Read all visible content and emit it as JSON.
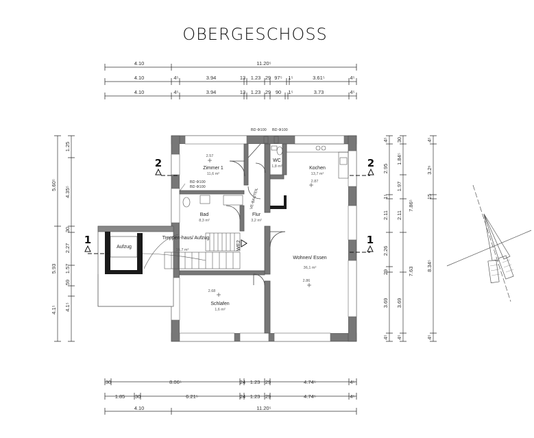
{
  "title": "OBERGESCHOSS",
  "top_dims": {
    "row1": [
      "4.10",
      "11.20⁵"
    ],
    "row2": [
      "4.10",
      "4⁵",
      "3.94",
      "13",
      "1.23",
      "29",
      "97⁵",
      "1⁵",
      "3.61⁵",
      "4⁵"
    ],
    "row3": [
      "4.10",
      "4⁵",
      "3.94",
      "13",
      "1.23",
      "29",
      "90",
      "1⁵",
      "3.73",
      "4⁵"
    ]
  },
  "bottom_dims": {
    "row1": [
      "30",
      "8.06⁵",
      "24",
      "1.23",
      "29",
      "4.74⁵",
      "4⁵"
    ],
    "row2": [
      "1.85",
      "30",
      "6.21⁵",
      "24",
      "1.23",
      "29",
      "4.74⁵",
      "4⁵"
    ],
    "row3": [
      "4.10",
      "11.20⁵"
    ]
  },
  "left_dims": {
    "col1": [
      "5.60⁵",
      "5.93",
      "4.1⁵"
    ],
    "col2": [
      "1.25",
      "4.35⁵",
      "30",
      "2.27",
      "1.57",
      "59",
      "4.1⁵"
    ]
  },
  "right_dims": {
    "col1": [
      "4⁵",
      "2.95",
      "1⁵",
      "2.11",
      "2.26",
      "29",
      "3.69",
      "4⁵"
    ],
    "col2": [
      "30",
      "1.84⁵",
      "1.97",
      "2.11",
      "7.86⁵",
      "7.63",
      "3.69",
      "4⁵"
    ],
    "col3": [
      "4⁵",
      "3.2⁶",
      "15",
      "8.34⁵",
      "4⁵"
    ]
  },
  "ducts": [
    "BD Φ100",
    "BD Φ100",
    "BD Φ100",
    "BD Φ100"
  ],
  "rooms": [
    {
      "name": "Zimmer 1",
      "area": "11,6 m²",
      "height": "2.57"
    },
    {
      "name": "WC",
      "area": "1,8 m²",
      "height": ""
    },
    {
      "name": "Kochen",
      "area": "13,7 m²",
      "height": "2.87"
    },
    {
      "name": "Bad",
      "area": "8,3 m²",
      "height": ""
    },
    {
      "name": "Flur",
      "area": "3,2 m²",
      "height": ""
    },
    {
      "name": "Aufzug",
      "area": "",
      "height": ""
    },
    {
      "name": "Treppen-haus/ Aufzug",
      "area": "16,7 m²",
      "height": ""
    },
    {
      "name": "Wohnen/ Essen",
      "area": "36,1 m²",
      "height": "2.86"
    },
    {
      "name": "Schlafen",
      "area": "1,6 m²",
      "height": "2.68"
    }
  ],
  "annotations": {
    "stair_label": "WE2",
    "vertical_text": "VE-BAUTEIL"
  },
  "section_marks": [
    "2",
    "2",
    "1",
    "1"
  ]
}
